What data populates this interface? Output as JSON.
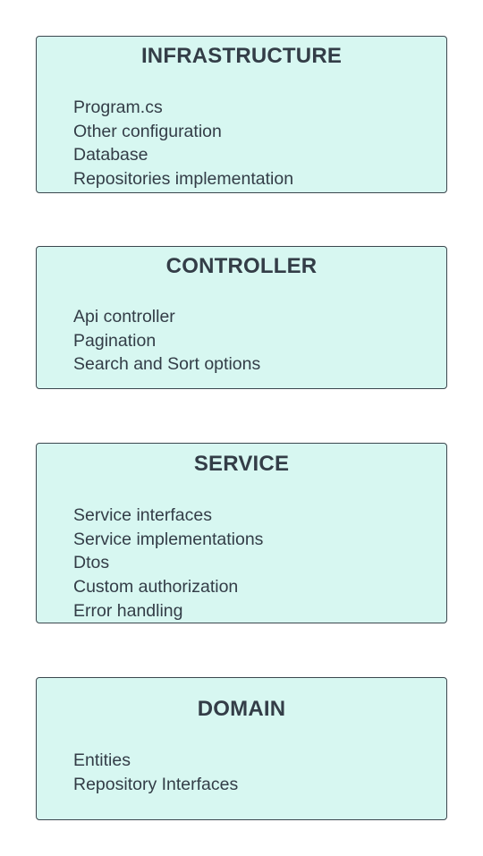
{
  "layers": [
    {
      "title": "INFRASTRUCTURE",
      "items": [
        "Program.cs",
        "Other configuration",
        "Database",
        "Repositories implementation"
      ]
    },
    {
      "title": "CONTROLLER",
      "items": [
        "Api controller",
        "Pagination",
        "Search and Sort options"
      ]
    },
    {
      "title": "SERVICE",
      "items": [
        "Service interfaces",
        "Service implementations",
        "Dtos",
        "Custom authorization",
        "Error handling"
      ]
    },
    {
      "title": "DOMAIN",
      "items": [
        "Entities",
        "Repository Interfaces"
      ]
    }
  ],
  "colors": {
    "box_fill": "#d7f7f1",
    "box_border": "#3b474e",
    "text": "#333d47"
  }
}
